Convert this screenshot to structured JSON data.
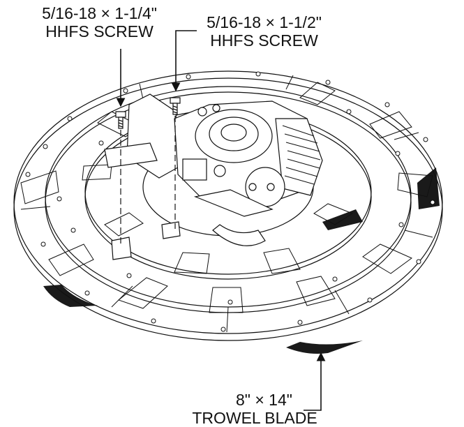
{
  "callouts": {
    "screw_short": {
      "line1": "5/16-18 × 1-1/4\"",
      "line2": "HHFS SCREW"
    },
    "screw_long": {
      "line1": "5/16-18 × 1-1/2\"",
      "line2": "HHFS SCREW"
    },
    "blade": {
      "line1": "8\" × 14\"",
      "line2": "TROWEL BLADE"
    }
  },
  "colors": {
    "ink": "#111111",
    "paper": "#ffffff",
    "blade": "#1a1a1a"
  }
}
